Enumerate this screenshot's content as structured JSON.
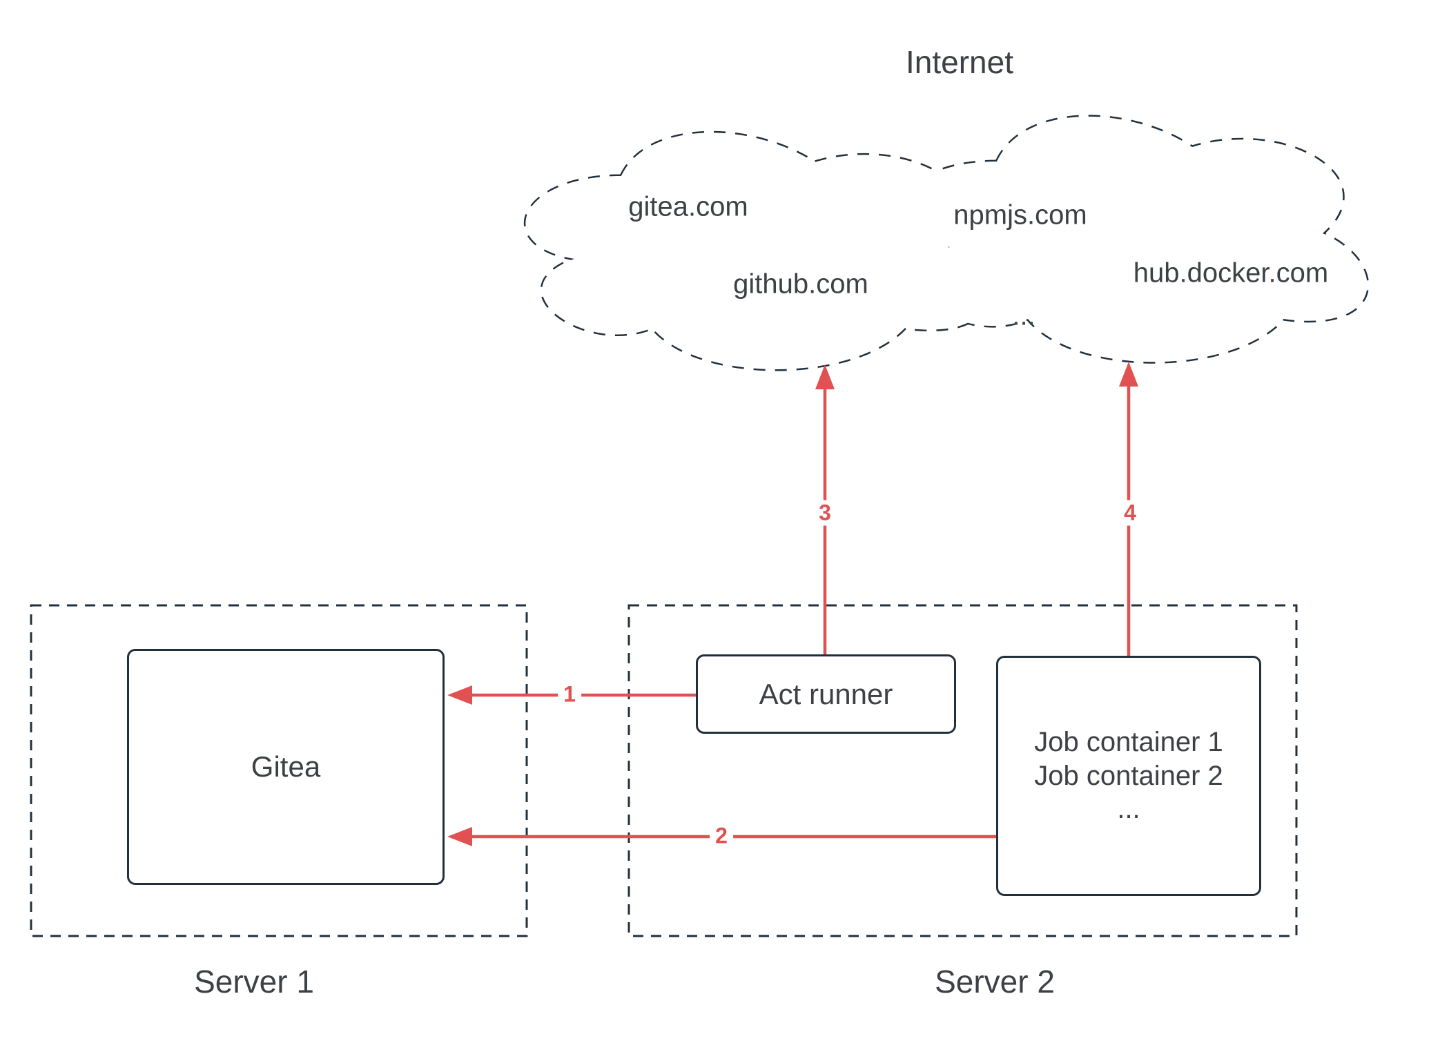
{
  "title": "Internet",
  "cloud": {
    "label": "Internet",
    "sites": [
      "gitea.com",
      "github.com",
      "npmjs.com",
      "hub.docker.com"
    ],
    "ellipsis": "..."
  },
  "server1": {
    "label": "Server 1",
    "gitea_label": "Gitea"
  },
  "server2": {
    "label": "Server 2",
    "act_runner_label": "Act runner",
    "job_container_lines": [
      "Job container 1",
      "Job container 2",
      "..."
    ]
  },
  "edges": [
    {
      "label": "1",
      "from": "Act runner",
      "to": "Gitea"
    },
    {
      "label": "2",
      "from": "Job container",
      "to": "Gitea"
    },
    {
      "label": "3",
      "from": "Act runner",
      "to": "Internet"
    },
    {
      "label": "4",
      "from": "Job container",
      "to": "Internet"
    }
  ],
  "colors": {
    "arrow_red": "#e25151",
    "stroke_dark": "#22303c",
    "text_dark": "#3d4045",
    "background": "#ffffff"
  }
}
